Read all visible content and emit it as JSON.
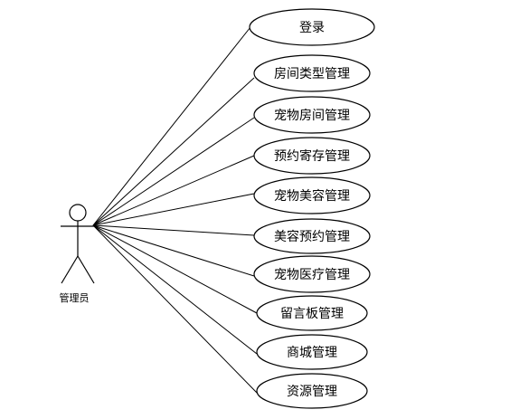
{
  "actor": {
    "label": "管理员"
  },
  "use_cases": [
    {
      "label": "登录"
    },
    {
      "label": "房间类型管理"
    },
    {
      "label": "宠物房间管理"
    },
    {
      "label": "预约寄存管理"
    },
    {
      "label": "宠物美容管理"
    },
    {
      "label": "美容预约管理"
    },
    {
      "label": "宠物医疗管理"
    },
    {
      "label": "留言板管理"
    },
    {
      "label": "商城管理"
    },
    {
      "label": "资源管理"
    }
  ]
}
